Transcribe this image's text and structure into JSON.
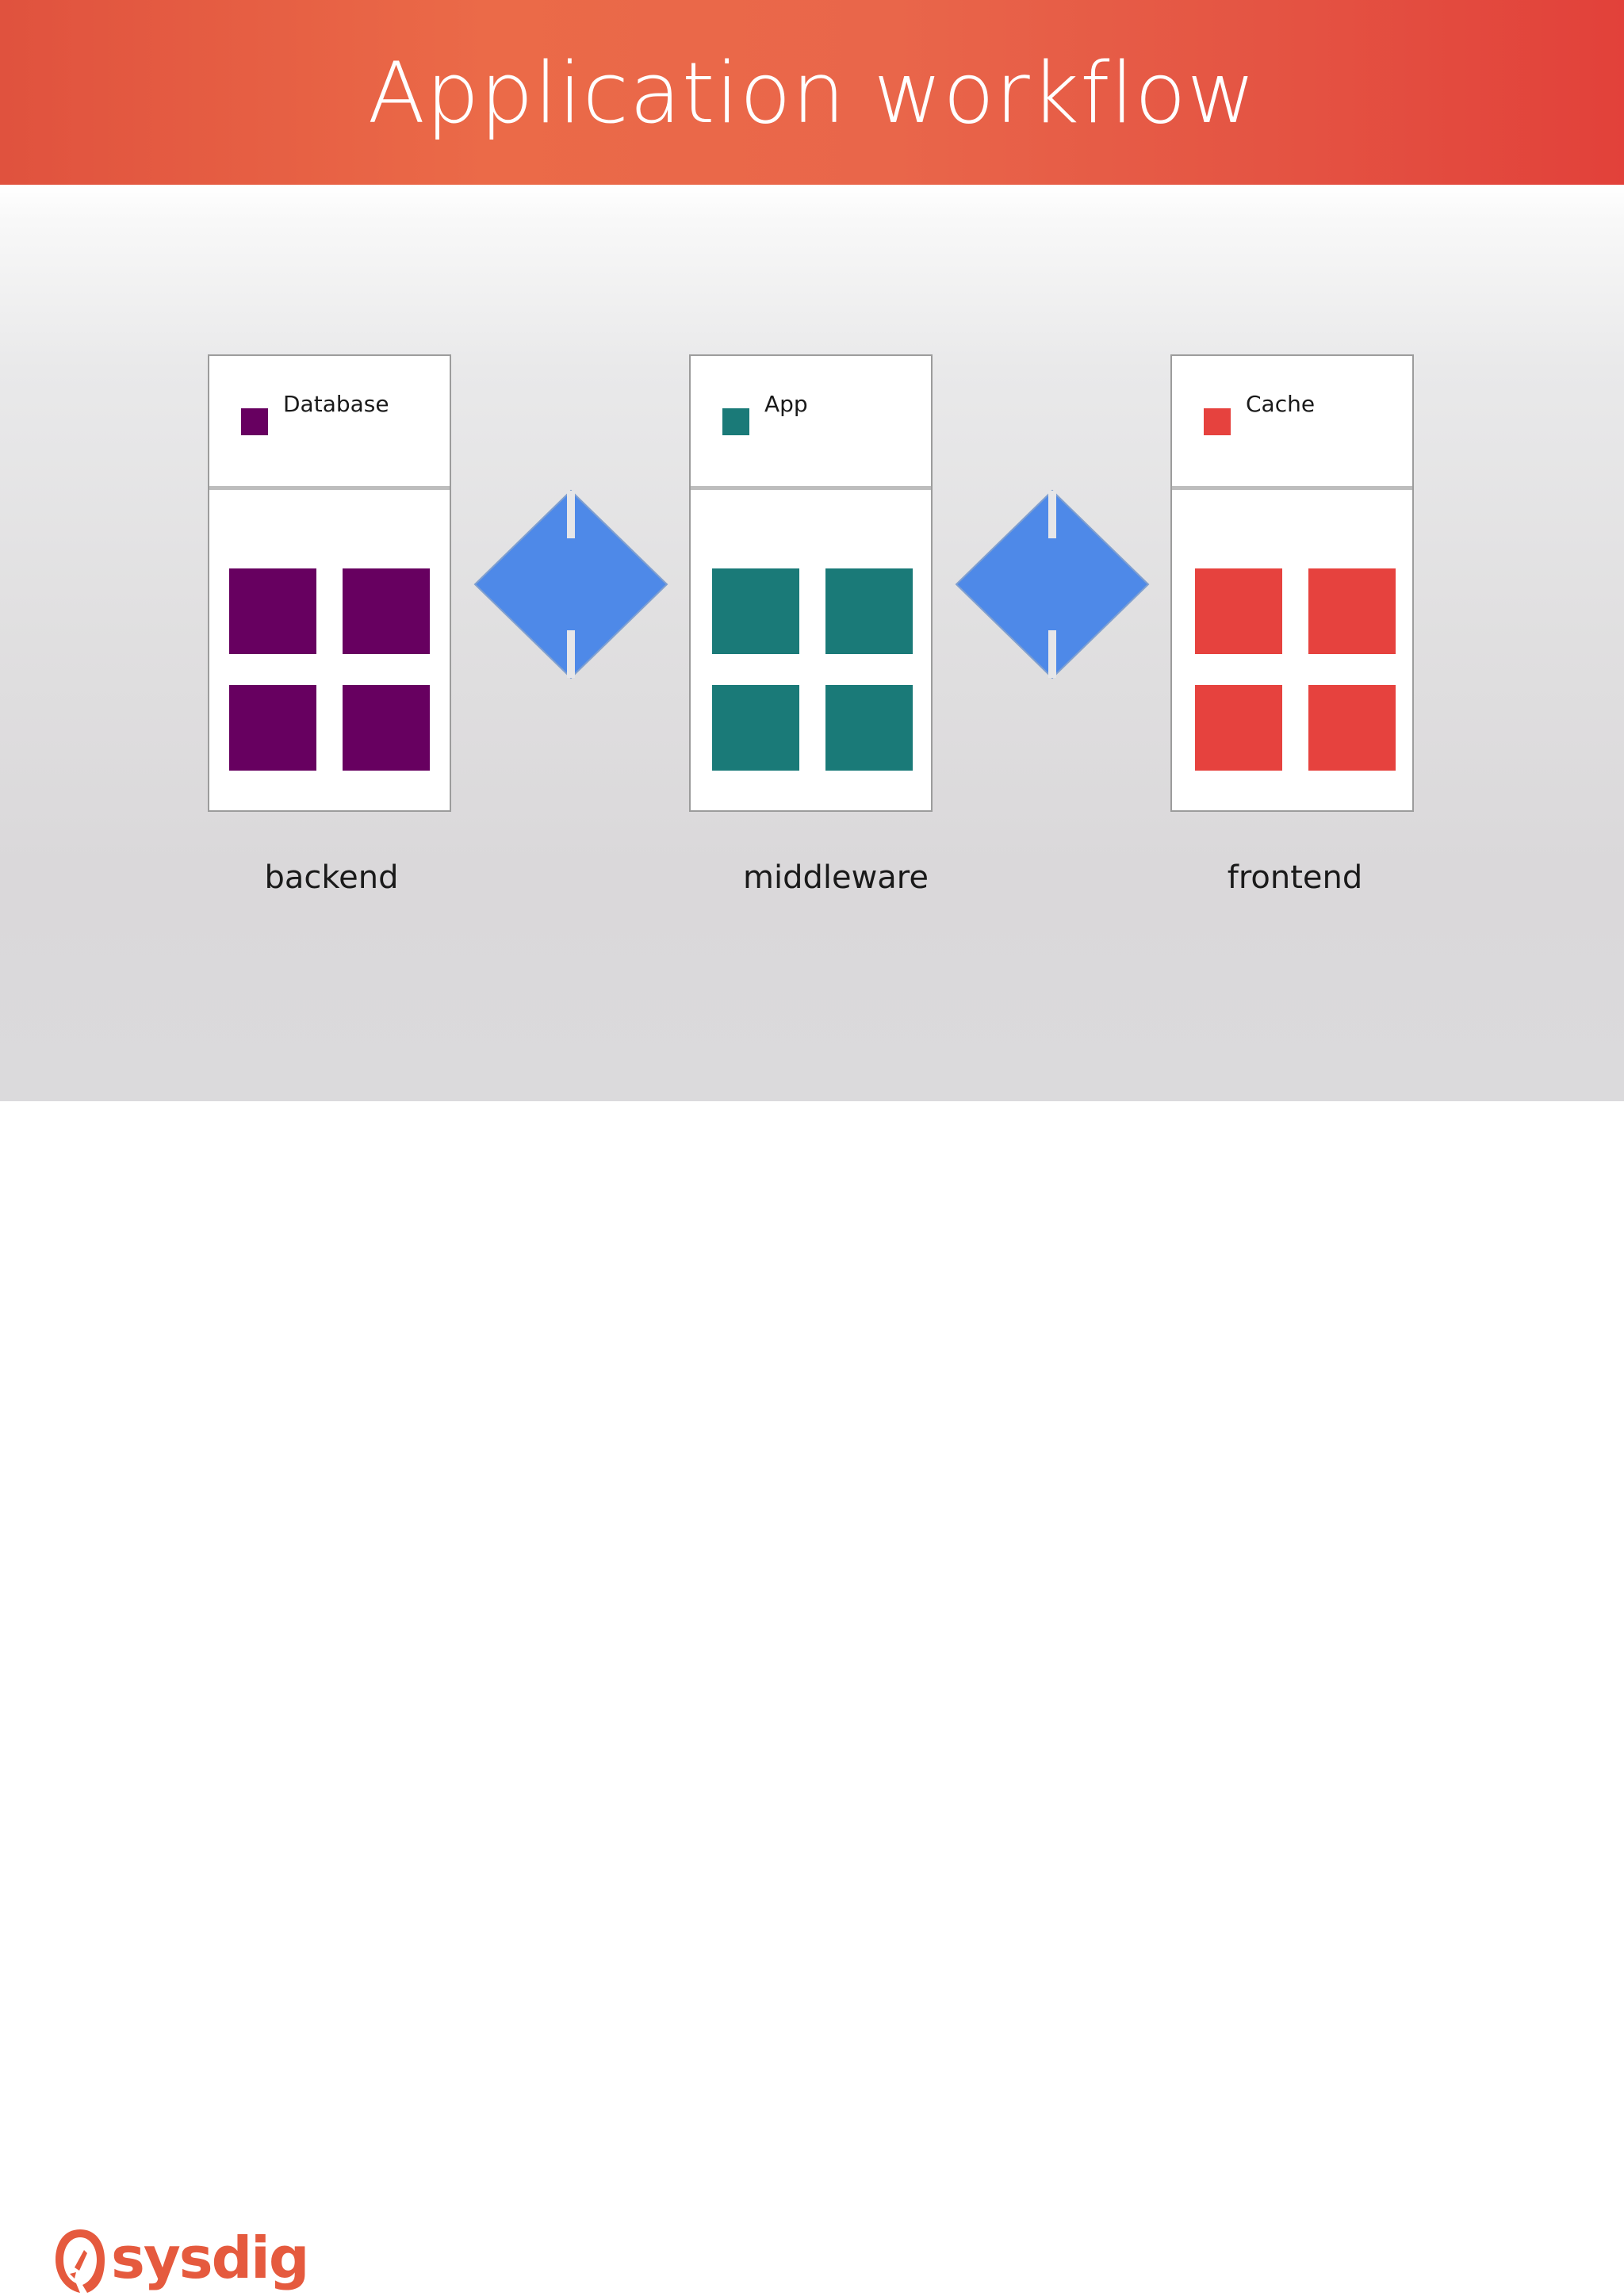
{
  "slide": {
    "title": "Application workflow"
  },
  "colors": {
    "header_start": "#e0523e",
    "header_end": "#e2413a",
    "connector": "#4e89e8",
    "brand": "#e55a3e"
  },
  "tiers": [
    {
      "legend_label": "Database",
      "caption": "backend",
      "color": "#670060"
    },
    {
      "legend_label": "App",
      "caption": "middleware",
      "color": "#1a7a78"
    },
    {
      "legend_label": "Cache",
      "caption": "frontend",
      "color": "#e6423e"
    }
  ],
  "connectors": [
    {
      "icon": "bidirectional-arrow-icon",
      "between": [
        "Database",
        "App"
      ]
    },
    {
      "icon": "bidirectional-arrow-icon",
      "between": [
        "App",
        "Cache"
      ]
    }
  ],
  "footer": {
    "logo_text": "sysdig",
    "logo_icon": "sysdig-logo-icon"
  }
}
